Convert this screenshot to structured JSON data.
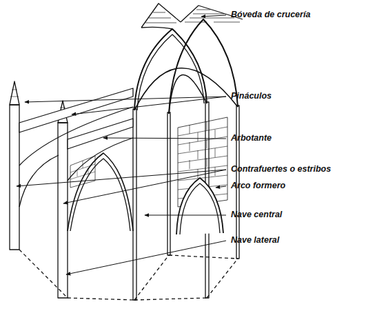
{
  "diagram": {
    "labels": [
      "Bóveda de crucería",
      "Pináculos",
      "Arbotante",
      "Contrafuertes o estribos",
      "Arco formero",
      "Nave central",
      "Nave lateral"
    ]
  }
}
